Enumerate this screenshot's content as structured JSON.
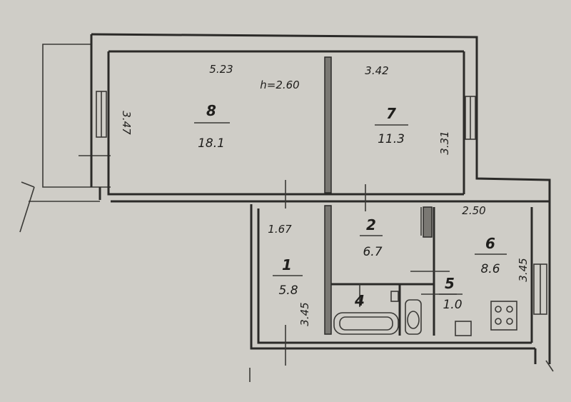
{
  "rooms": [
    {
      "id": "8",
      "area": "18.1"
    },
    {
      "id": "7",
      "area": "11.3"
    },
    {
      "id": "2",
      "area": "6.7"
    },
    {
      "id": "6",
      "area": "8.6"
    },
    {
      "id": "1",
      "area": "5.8"
    },
    {
      "id": "5",
      "area": "1.0"
    },
    {
      "id": "4",
      "area": ""
    }
  ],
  "dimensions": {
    "room8_width": "5.23",
    "ceiling_height": "h=2.60",
    "room7_width": "3.42",
    "room8_depth": "3.47",
    "room7_depth": "3.31",
    "room1_width": "1.67",
    "room6_width": "2.50",
    "room1_depth": "3.45",
    "room6_depth": "3.45"
  }
}
